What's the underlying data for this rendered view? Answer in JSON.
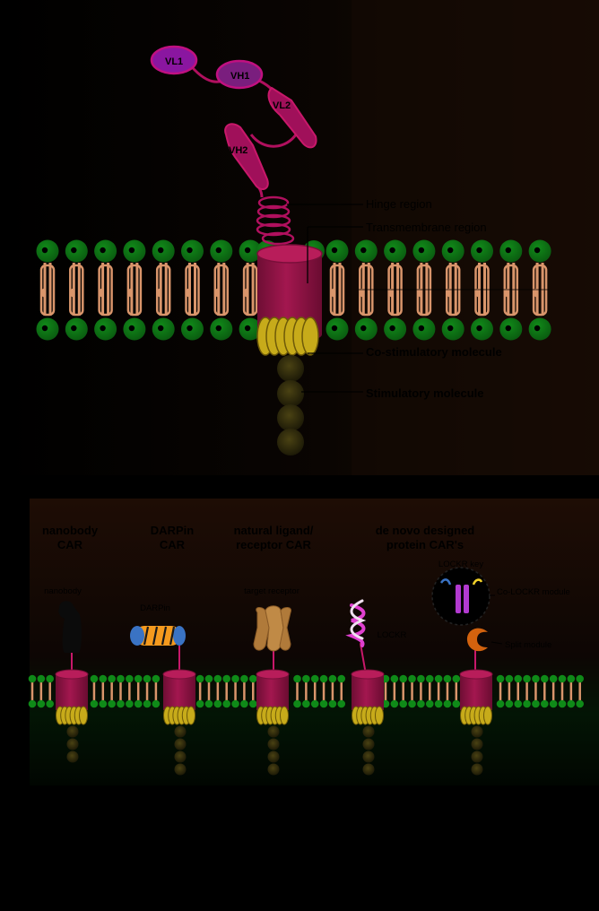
{
  "top": {
    "domains": {
      "vl1": "VL1",
      "vh1": "VH1",
      "vl2": "VL2",
      "vh2": "VH2"
    },
    "annotations": {
      "hinge": "Hinge region",
      "transmembrane": "Transmembrane region",
      "costim": "Co-stimulatory molecule",
      "stim": "Stimulatory molecule"
    }
  },
  "bottom": {
    "types": [
      {
        "title_line1": "nanobody",
        "title_line2": "CAR",
        "part_label": "nanobody"
      },
      {
        "title_line1": "DARPin",
        "title_line2": "CAR",
        "part_label": "DARPin"
      },
      {
        "title_line1": "natural ligand/",
        "title_line2": "receptor CAR",
        "part_label": "target receptor"
      },
      {
        "title_line1": "de novo designed",
        "title_line2": "protein CAR's",
        "part_label": "LOCKR"
      }
    ],
    "extra_labels": {
      "colockr": "Co-LOCKR module",
      "split": "Split module",
      "lockr_key": "LOCKR key"
    }
  },
  "colors": {
    "lipid_head": "#0b6b12",
    "lipid_tail": "#d9956b",
    "car_body": "#8c1342",
    "car_top": "#a0174d",
    "scfv": "#a0105a",
    "scfv_vl1": "#8a16a0",
    "coil_gold": "#c7ab1a",
    "stim_dark": "#3a3410",
    "darpin_orange": "#f59a1e",
    "darpin_blue": "#3a73c4",
    "receptor_tan": "#b07a3a",
    "helix_pink": "#e040d0",
    "lockr_purple": "#b23ad0",
    "split_orange": "#d2620e"
  }
}
